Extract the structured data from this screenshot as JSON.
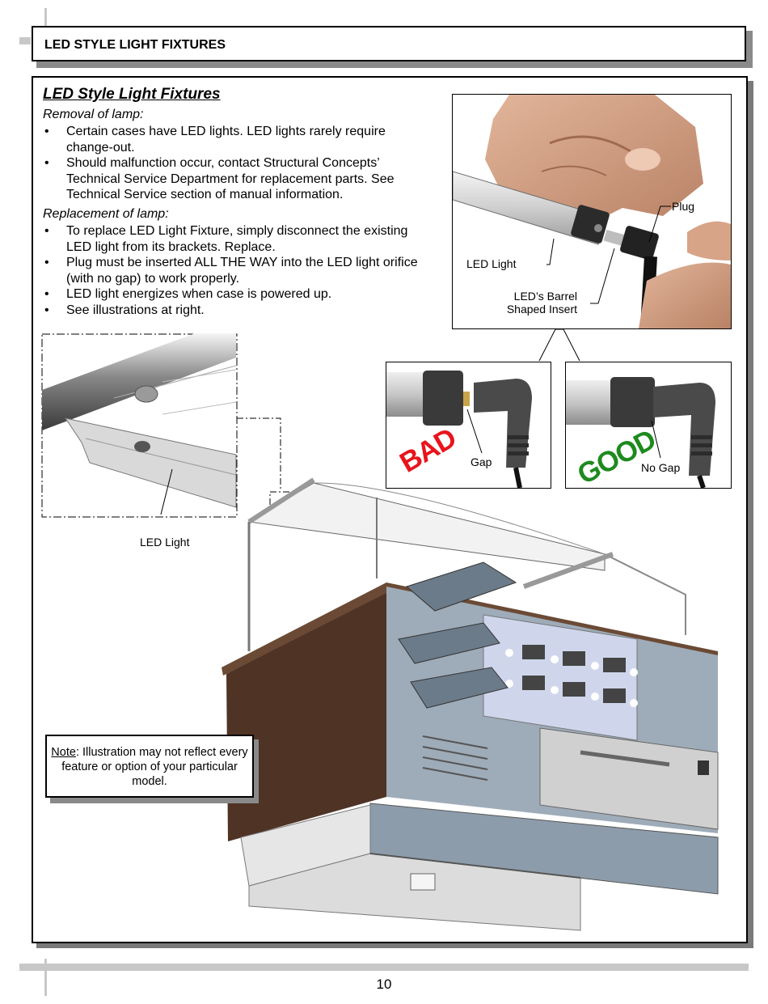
{
  "header": {
    "title": "LED STYLE LIGHT FIXTURES"
  },
  "section": {
    "title": "LED Style Light Fixtures",
    "removal_heading": "Removal of lamp:",
    "removal_items": [
      "Certain cases have LED lights. LED lights rarely require change-out.",
      "Should malfunction occur, contact Structural Concepts’ Technical Service Department for replacement parts. See Technical Service section of manual information."
    ],
    "replacement_heading": "Replacement of lamp:",
    "replacement_items": [
      "To replace LED Light Fixture, simply disconnect the existing LED light from its brackets. Replace.",
      "Plug must be inserted ALL THE WAY into the LED light orifice (with no gap) to work properly.",
      "LED light energizes when case is powered up.",
      "See illustrations at right."
    ]
  },
  "photo_labels": {
    "plug": "Plug",
    "led_light": "LED Light",
    "barrel_line1": "LED’s Barrel",
    "barrel_line2": "Shaped Insert"
  },
  "bad_panel": {
    "stamp": "BAD",
    "label": "Gap",
    "stamp_color": "#e8141b"
  },
  "good_panel": {
    "stamp": "GOOD",
    "label": "No Gap",
    "stamp_color": "#1e8a1e"
  },
  "detail_label": "LED Light",
  "note": {
    "prefix": "Note",
    "text": ": Illustration may not reflect every feature or option of your particular model."
  },
  "page_number": "10"
}
